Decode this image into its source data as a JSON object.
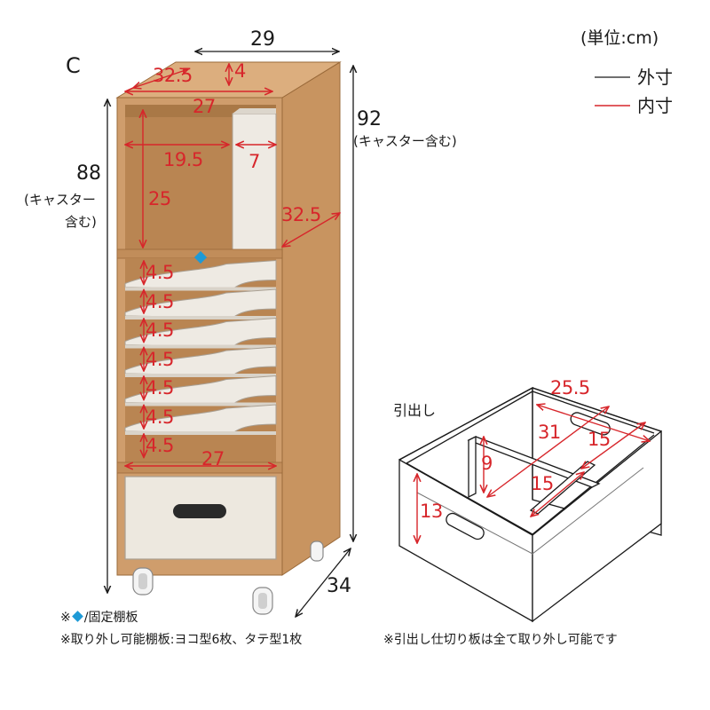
{
  "variant_label": "C",
  "unit_label": "(単位:cm)",
  "legend": {
    "outer": "外寸",
    "inner": "内寸"
  },
  "colors": {
    "outer": "#1a1a1a",
    "inner": "#d7262b",
    "wood": "#cf9d6c",
    "wood_dark": "#b88450",
    "panel": "#f1ede6",
    "marker": "#1e9ad6"
  },
  "cabinet": {
    "outer_width": "29",
    "outer_depth": "34",
    "total_height": "92",
    "total_height_note": "(キャスター含む)",
    "body_height": "88",
    "body_height_note_1": "(キャスター",
    "body_height_note_2": "含む)",
    "inner": {
      "top_depth": "32.5",
      "top_height": "4",
      "top_width": "27",
      "left_width": "19.5",
      "right_width": "7",
      "upper_height": "25",
      "side_depth": "32.5",
      "shelf_gap": "4.5",
      "bottom_width": "27"
    },
    "shelf_gaps": [
      "4.5",
      "4.5",
      "4.5",
      "4.5",
      "4.5",
      "4.5",
      "4.5"
    ]
  },
  "drawer": {
    "label": "引出し",
    "width": "25.5",
    "depth": "31",
    "compartment_a": "15",
    "compartment_b": "15",
    "divider_height": "9",
    "height": "13"
  },
  "notes": {
    "fixed_prefix": "※",
    "fixed_suffix": "/固定棚板",
    "removable": "※取り外し可能棚板:ヨコ型6枚、タテ型1枚",
    "drawer_note": "※引出し仕切り板は全て取り外し可能です"
  }
}
